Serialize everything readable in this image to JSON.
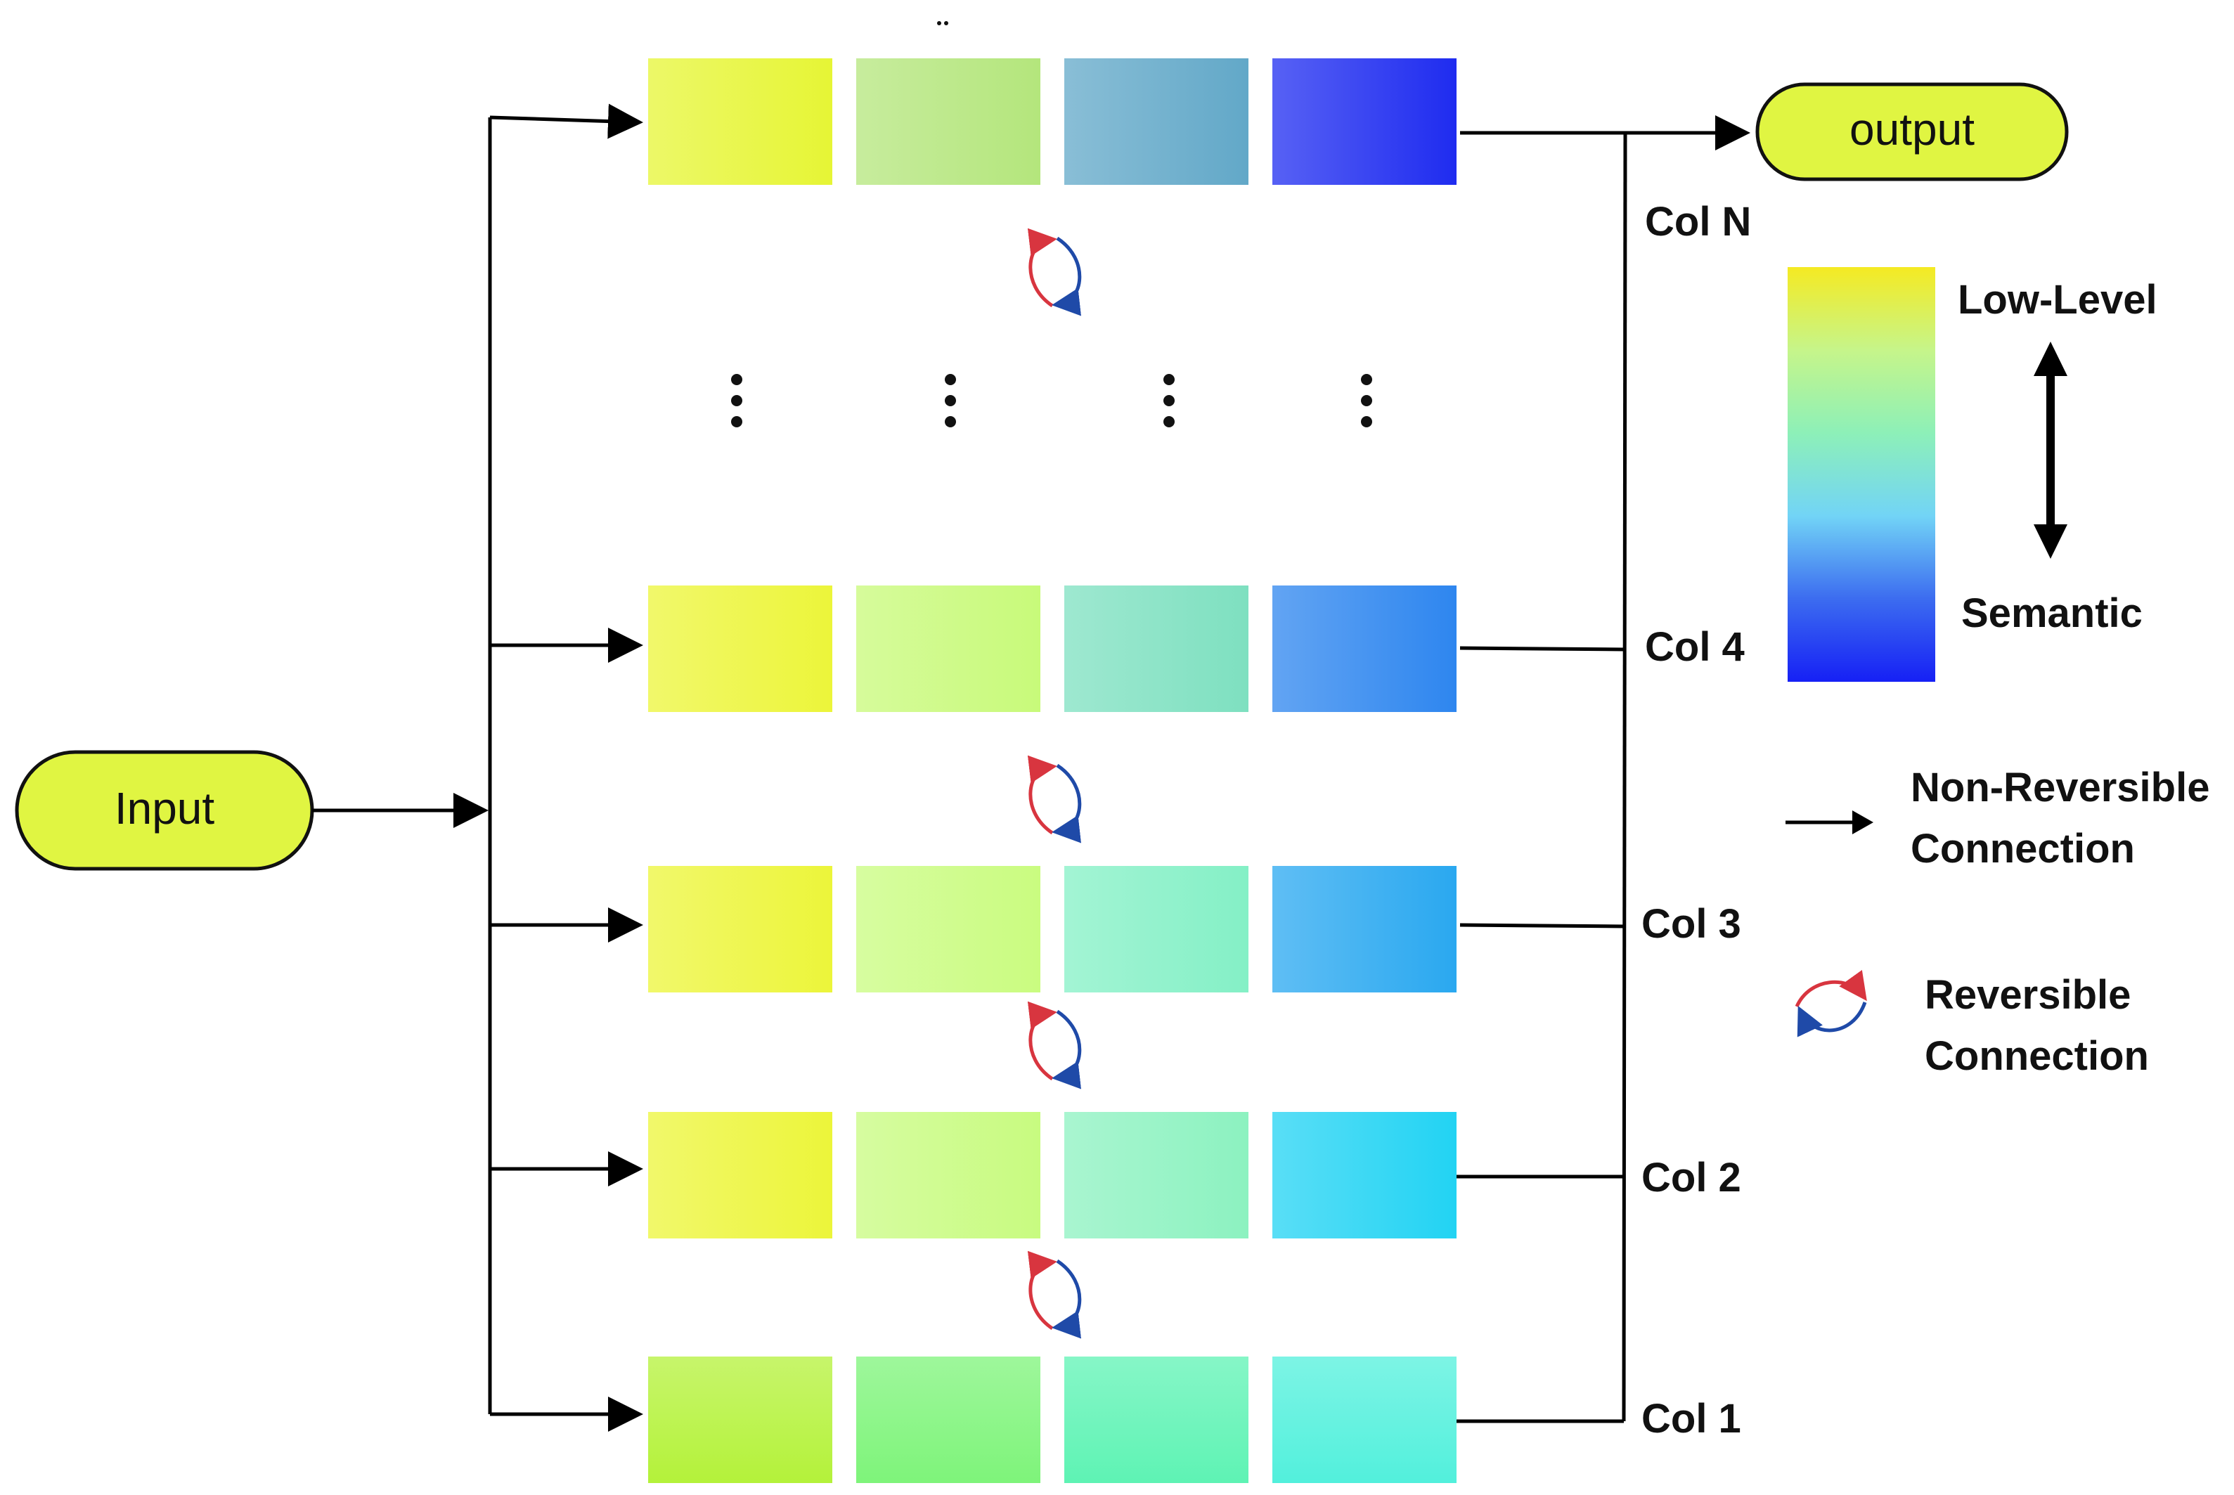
{
  "input_label": "Input",
  "output_label": "output",
  "columns": [
    {
      "label": "Col N",
      "colors": [
        "#e6f535",
        "#b4e67c",
        "#62a8c8",
        "#1f2cf0"
      ]
    },
    {
      "label": "Col 4",
      "colors": [
        "#ecf53a",
        "#c8fa7a",
        "#7ee0c0",
        "#2e86ef"
      ]
    },
    {
      "label": "Col 3",
      "colors": [
        "#ecf53a",
        "#cafc80",
        "#84f0c6",
        "#2aa8f0"
      ]
    },
    {
      "label": "Col 2",
      "colors": [
        "#ecf53a",
        "#c8fb80",
        "#8cf2c0",
        "#22d3f3"
      ]
    },
    {
      "label": "Col 1",
      "colors": [
        "#b4f23a",
        "#7ef47a",
        "#5ef3b4",
        "#52f0dc"
      ]
    }
  ],
  "colorbar": {
    "top_label": "Low-Level",
    "bottom_label": "Semantic",
    "stops": [
      "#f5ea22",
      "#c6f58a",
      "#8df0b8",
      "#72d4f6",
      "#3c6cf0",
      "#1620f5"
    ]
  },
  "legend": {
    "non_reversible_line1": "Non-Reversible",
    "non_reversible_line2": "Connection",
    "reversible_line1": "Reversible",
    "reversible_line2": "Connection"
  },
  "colors": {
    "pill_fill": "#e0f542",
    "arrow_red": "#d8353f",
    "arrow_blue": "#1f4aa8",
    "line": "#000000"
  }
}
